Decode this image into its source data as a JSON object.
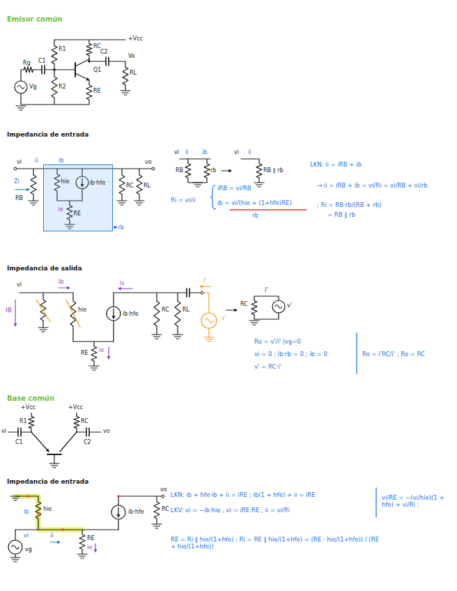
{
  "diagram": {
    "nodes": [
      {
        "text": [
          "hie",
          "ib·hfe",
          "ie",
          "RE",
          "rb"
        ]
      }
    ],
    "labels": [
      "Emisor común",
      "+Vcc",
      "R1",
      "RC",
      "C2",
      "RL",
      "Vo",
      "Rg",
      "C1",
      "Q1",
      "Vg",
      "R2",
      "RE",
      "Impedancia de entrada",
      "vi",
      "ii",
      "Zi",
      "RB",
      "ib",
      "RC",
      "RL",
      "vo",
      "vi",
      "ii",
      "ib",
      "RB",
      "rb",
      "vi",
      "ii",
      "RB ∥ rb",
      "LKN: ii = iRB + ib",
      "Ri = vi/ii",
      "iRB = vi/RB",
      "ib = vi/(hie + (1+hfe)RE)",
      "rb",
      "→ ii = iRB + ib = vi/Ri = vi/RB + vi/rb",
      "; Ri = RB·rb/(RB + rb)",
      "= RB ∥ rb",
      "Impedancia de salida",
      "vi",
      "IB",
      "ib",
      "hie",
      "is",
      "ib·hfe",
      "RC",
      "RL",
      "i'",
      "v'",
      "RE",
      "ie",
      "RC",
      "i'",
      "v'",
      "Ro = v'/i' |vg=0",
      "vi = 0 ; ib·rb = 0 ; ib = 0",
      "v' = RC·i'",
      "Ro = i'RC/i' ; Ro = RC",
      "Base común",
      "R1",
      "+Vcc",
      "vi",
      "C1",
      "+Vcc",
      "RC",
      "C2",
      "vo",
      "Impedancia de entrada",
      "hie",
      "ib",
      "ib·hfe",
      "vo",
      "RC",
      "RE",
      "ie",
      "vi",
      "ii",
      "vg",
      "LKN: ib + hfe·ib + ii = iRE ; ib(1 + hfe) + ii = iRE",
      "LKV: vi = −ib·hie , vi = iRE·RE , ii = vi/Ri",
      "vi/RE = −(vi/hie)(1 + hfe) + vi/Ri ;",
      "RE = Ri ∥ hie/(1+hfe) ; Ri = RE ∥ hie/(1+hfe) = (RE · hie/(1+hfe)) / (RE + hie/(1+hfe))"
    ]
  }
}
